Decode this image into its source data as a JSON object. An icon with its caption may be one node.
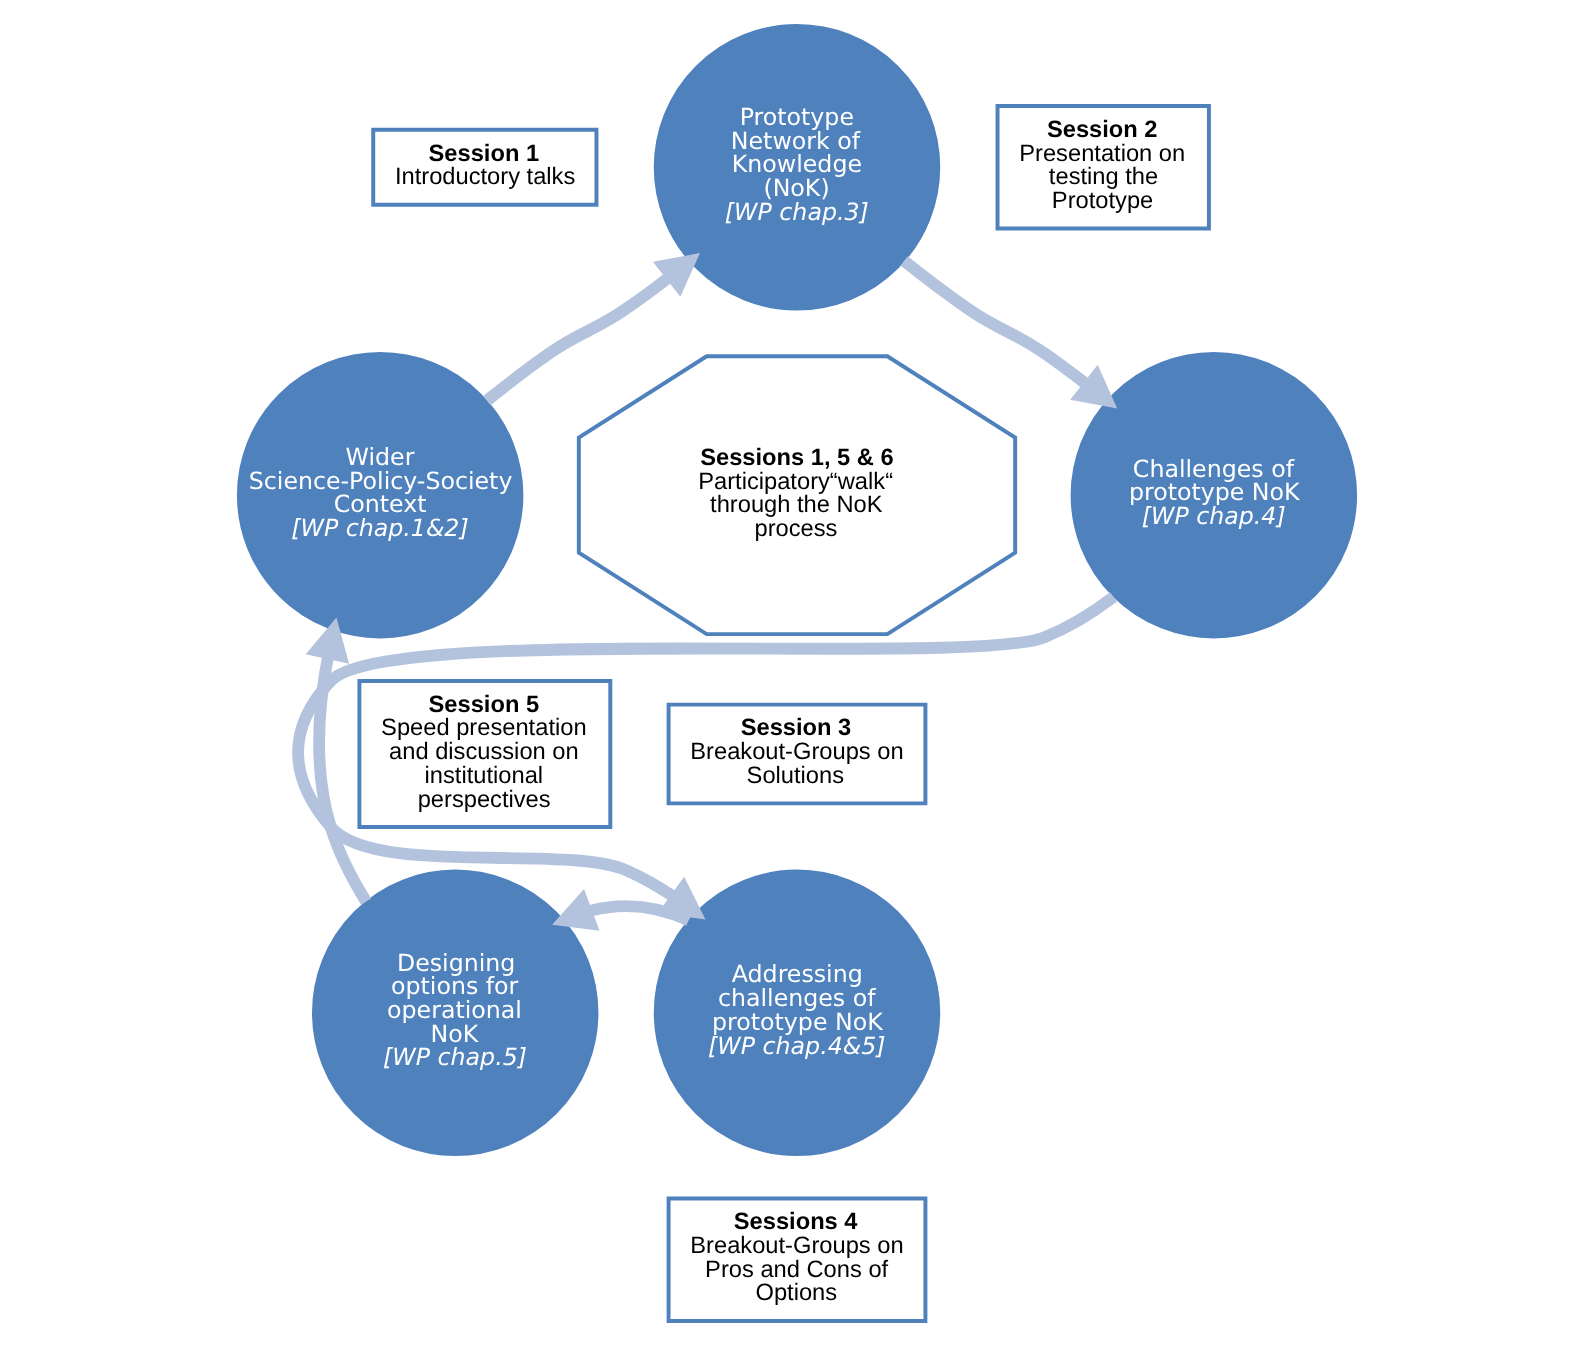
{
  "diagram": {
    "nodes": [
      {
        "text": [
          "Prototype Network of Knowledge (NoK)",
          "[WP chap.3]"
        ]
      },
      {
        "text": [
          "Session 1",
          "Introductory talks"
        ]
      },
      {
        "text": [
          "Session 2",
          "Presentation on testing the Prototype"
        ]
      },
      {
        "text": [
          "Wider Science-Policy-Society Context",
          "[WP chap.1&2]"
        ]
      },
      {
        "text": [
          "Challenges of prototype NoK",
          "[WP chap.4]"
        ]
      },
      {
        "text": [
          "Sessions 1, 5 & 6",
          "Participatory“walk“ through the NoK process"
        ]
      },
      {
        "text": [
          "Session 5",
          "Speed presentation and discussion on institutional perspectives"
        ]
      },
      {
        "text": [
          "Session 3",
          "Breakout-Groups on Solutions"
        ]
      },
      {
        "text": [
          "Designing options for operational NoK",
          "[WP chap.5]"
        ]
      },
      {
        "text": [
          "Addressing challenges of prototype NoK",
          "[WP chap.4&5]"
        ]
      },
      {
        "text": [
          "Sessions 4",
          "Breakout-Groups on Pros and Cons of Options"
        ]
      }
    ],
    "edges": [
      {
        "from": 3,
        "to": 0,
        "arrow": "to"
      },
      {
        "from": 0,
        "to": 4,
        "arrow": "to"
      },
      {
        "from": 4,
        "to": 9,
        "arrow": "to"
      },
      {
        "from": 9,
        "to": 8,
        "arrow": "to"
      },
      {
        "from": 8,
        "to": 3,
        "arrow": "to"
      }
    ]
  }
}
